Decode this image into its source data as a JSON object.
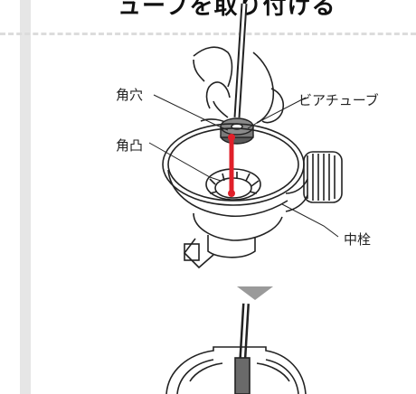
{
  "header": {
    "title": "ューブを取り付ける"
  },
  "figure_top": {
    "labels": {
      "kaku_ana": "角穴",
      "beer_tube": "ビアチューブ",
      "kaku_totsu": "角凸",
      "nakasen": "中栓"
    }
  },
  "colors": {
    "guide_line": "#e0202a",
    "stroke": "#222222",
    "left_bar": "#e6e6e6",
    "arrow": "#9a9a9a"
  }
}
